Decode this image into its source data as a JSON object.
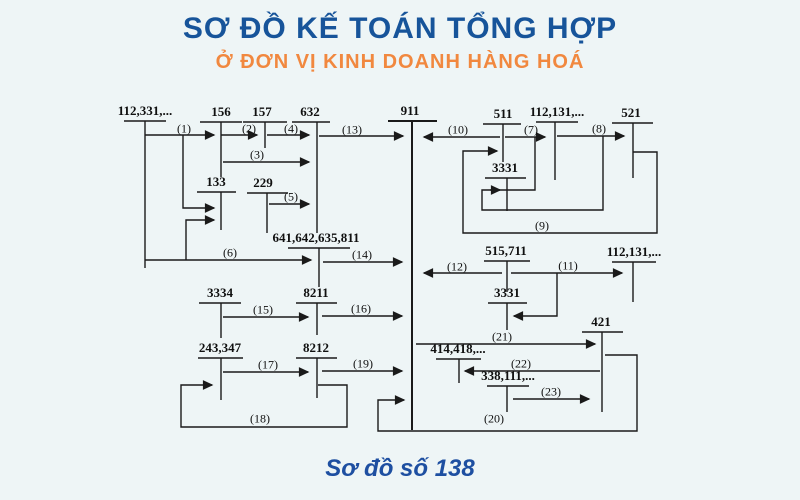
{
  "header": {
    "title": "SƠ ĐỒ KẾ TOÁN TỔNG HỢP",
    "subtitle": "Ở ĐƠN VỊ KINH DOANH HÀNG HOÁ"
  },
  "caption": "Sơ đồ số 138",
  "colors": {
    "background": "#eef5f6",
    "title": "#17549a",
    "subtitle": "#f1883f",
    "caption": "#1e4fa1",
    "diagram_line": "#1a1a1a"
  },
  "diagram": {
    "accounts": [
      {
        "id": "112331",
        "label": "112,331,..."
      },
      {
        "id": "156",
        "label": "156"
      },
      {
        "id": "157",
        "label": "157"
      },
      {
        "id": "632",
        "label": "632"
      },
      {
        "id": "911",
        "label": "911"
      },
      {
        "id": "511",
        "label": "511"
      },
      {
        "id": "112131a",
        "label": "112,131,..."
      },
      {
        "id": "521",
        "label": "521"
      },
      {
        "id": "133",
        "label": "133"
      },
      {
        "id": "229",
        "label": "229"
      },
      {
        "id": "3331a",
        "label": "3331"
      },
      {
        "id": "641642635811",
        "label": "641,642,635,811"
      },
      {
        "id": "515711",
        "label": "515,711"
      },
      {
        "id": "112131b",
        "label": "112,131,..."
      },
      {
        "id": "3331b",
        "label": "3331"
      },
      {
        "id": "3334",
        "label": "3334"
      },
      {
        "id": "8211",
        "label": "8211"
      },
      {
        "id": "243347",
        "label": "243,347"
      },
      {
        "id": "8212",
        "label": "8212"
      },
      {
        "id": "421",
        "label": "421"
      },
      {
        "id": "414418",
        "label": "414,418,..."
      },
      {
        "id": "338111",
        "label": "338,111,..."
      }
    ],
    "flows": [
      {
        "id": 1,
        "label": "(1)"
      },
      {
        "id": 2,
        "label": "(2)"
      },
      {
        "id": 3,
        "label": "(3)"
      },
      {
        "id": 4,
        "label": "(4)"
      },
      {
        "id": 5,
        "label": "(5)"
      },
      {
        "id": 6,
        "label": "(6)"
      },
      {
        "id": 7,
        "label": "(7)"
      },
      {
        "id": 8,
        "label": "(8)"
      },
      {
        "id": 9,
        "label": "(9)"
      },
      {
        "id": 10,
        "label": "(10)"
      },
      {
        "id": 11,
        "label": "(11)"
      },
      {
        "id": 12,
        "label": "(12)"
      },
      {
        "id": 13,
        "label": "(13)"
      },
      {
        "id": 14,
        "label": "(14)"
      },
      {
        "id": 15,
        "label": "(15)"
      },
      {
        "id": 16,
        "label": "(16)"
      },
      {
        "id": 17,
        "label": "(17)"
      },
      {
        "id": 18,
        "label": "(18)"
      },
      {
        "id": 19,
        "label": "(19)"
      },
      {
        "id": 20,
        "label": "(20)"
      },
      {
        "id": 21,
        "label": "(21)"
      },
      {
        "id": 22,
        "label": "(22)"
      },
      {
        "id": 23,
        "label": "(23)"
      }
    ]
  }
}
